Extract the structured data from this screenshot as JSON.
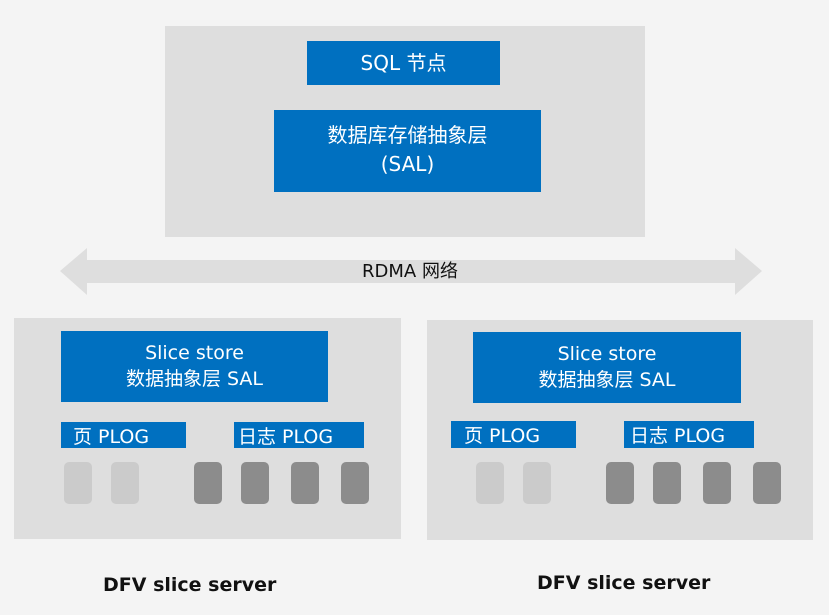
{
  "compute_node": {
    "sql_label": "SQL 节点",
    "sal_label_line1": "数据库存储抽象层",
    "sal_label_line2": "(SAL)"
  },
  "network": {
    "label": "RDMA 网络",
    "icon": "double-arrow-icon"
  },
  "servers": [
    {
      "slice_line1": "Slice store",
      "slice_line2": "数据抽象层 SAL",
      "page_plog": "页 PLOG",
      "log_plog": "日志 PLOG",
      "caption": "DFV slice server"
    },
    {
      "slice_line1": "Slice store",
      "slice_line2": "数据抽象层 SAL",
      "page_plog": "页 PLOG",
      "log_plog": "日志 PLOG",
      "caption": "DFV slice server"
    }
  ],
  "colors": {
    "accent": "#0070c0",
    "panel": "#dedede",
    "background": "#f4f4f4",
    "disk_page": "#cbcbcb",
    "disk_log": "#8c8c8c"
  }
}
